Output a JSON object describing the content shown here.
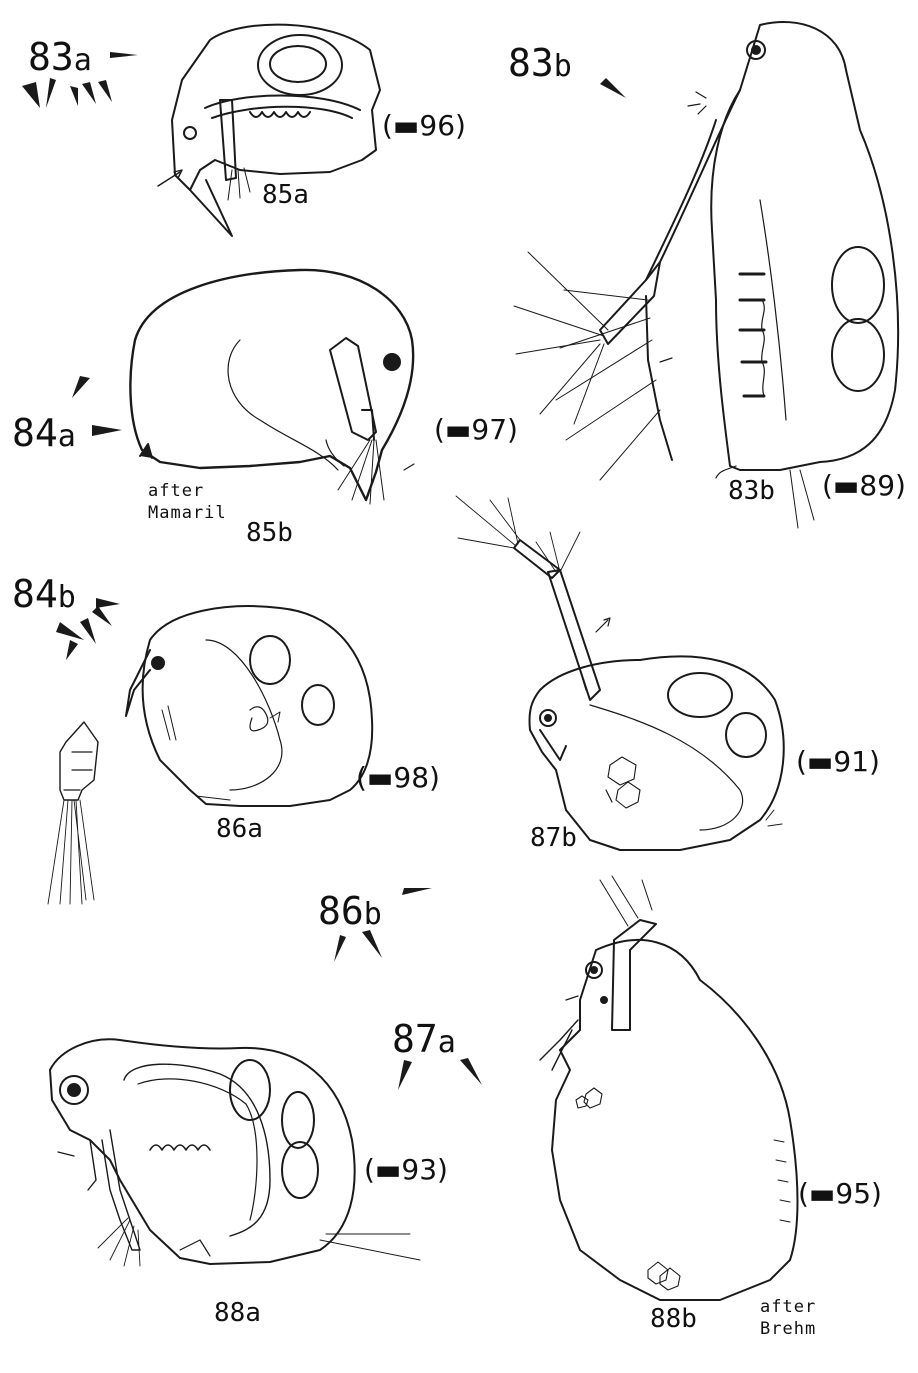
{
  "couplets": [
    {
      "id": "83a",
      "num": "83",
      "letter": "a"
    },
    {
      "id": "83b",
      "num": "83",
      "letter": "b"
    },
    {
      "id": "84a",
      "num": "84",
      "letter": "a"
    },
    {
      "id": "84b",
      "num": "84",
      "letter": "b"
    },
    {
      "id": "86b",
      "num": "86",
      "letter": "b"
    },
    {
      "id": "87a",
      "num": "87",
      "letter": "a"
    }
  ],
  "figure_labels": {
    "f85a": "85a",
    "f85b": "85b",
    "f86a": "86a",
    "f87b": "87b",
    "f88a": "88a",
    "f88b": "88b",
    "f83b": "83b"
  },
  "refs": {
    "r96": "(▬96)",
    "r97": "(▬97)",
    "r89": "(▬89)",
    "r98": "(▬98)",
    "r91": "(▬91)",
    "r93": "(▬93)",
    "r95": "(▬95)"
  },
  "notes": {
    "mamaril_1": "after",
    "mamaril_2": "Mamaril",
    "brehm_1": "after",
    "brehm_2": "Brehm"
  },
  "colors": {
    "ink": "#1a1a1a",
    "paper": "#ffffff",
    "shade": "#555555"
  }
}
